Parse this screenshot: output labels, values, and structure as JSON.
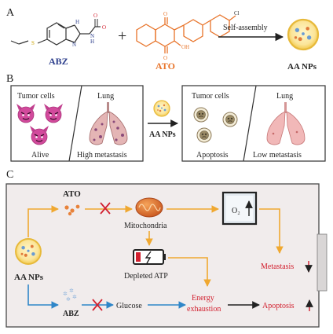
{
  "panels": {
    "a": "A",
    "b": "B",
    "c": "C"
  },
  "panel_a": {
    "abz_label": "ABZ",
    "plus": "+",
    "ato_label": "ATO",
    "arrow_label": "Self-assembly",
    "product_label": "AA NPs"
  },
  "panel_b": {
    "box1_left_title": "Tumor cells",
    "box1_left_caption": "Alive",
    "box1_right_title": "Lung",
    "box1_right_caption": "High metastasis",
    "arrow_label": "AA NPs",
    "box2_left_title": "Tumor cells",
    "box2_left_caption": "Apoptosis",
    "box2_right_title": "Lung",
    "box2_right_caption": "Low metastasis"
  },
  "panel_c": {
    "start_label": "AA NPs",
    "ato_label": "ATO",
    "abz_label": "ABZ",
    "mito_label": "Mitochondria",
    "o2_label": "O₂",
    "battery_label": "Depleted ATP",
    "glucose_label": "Glucose",
    "energy_label_1": "Energy",
    "energy_label_2": "exhaustion",
    "metastasis_label": "Metastasis",
    "apoptosis_label": "Apoptosis"
  },
  "colors": {
    "navy": "#2c3e8c",
    "orange": "#e8742a",
    "red": "#d2202f",
    "blue_arrow": "#2f86c8",
    "orange_arrow": "#f0a830",
    "panel_c_bg": "#f1ecec",
    "panel_c_border": "#4a4a4a"
  }
}
